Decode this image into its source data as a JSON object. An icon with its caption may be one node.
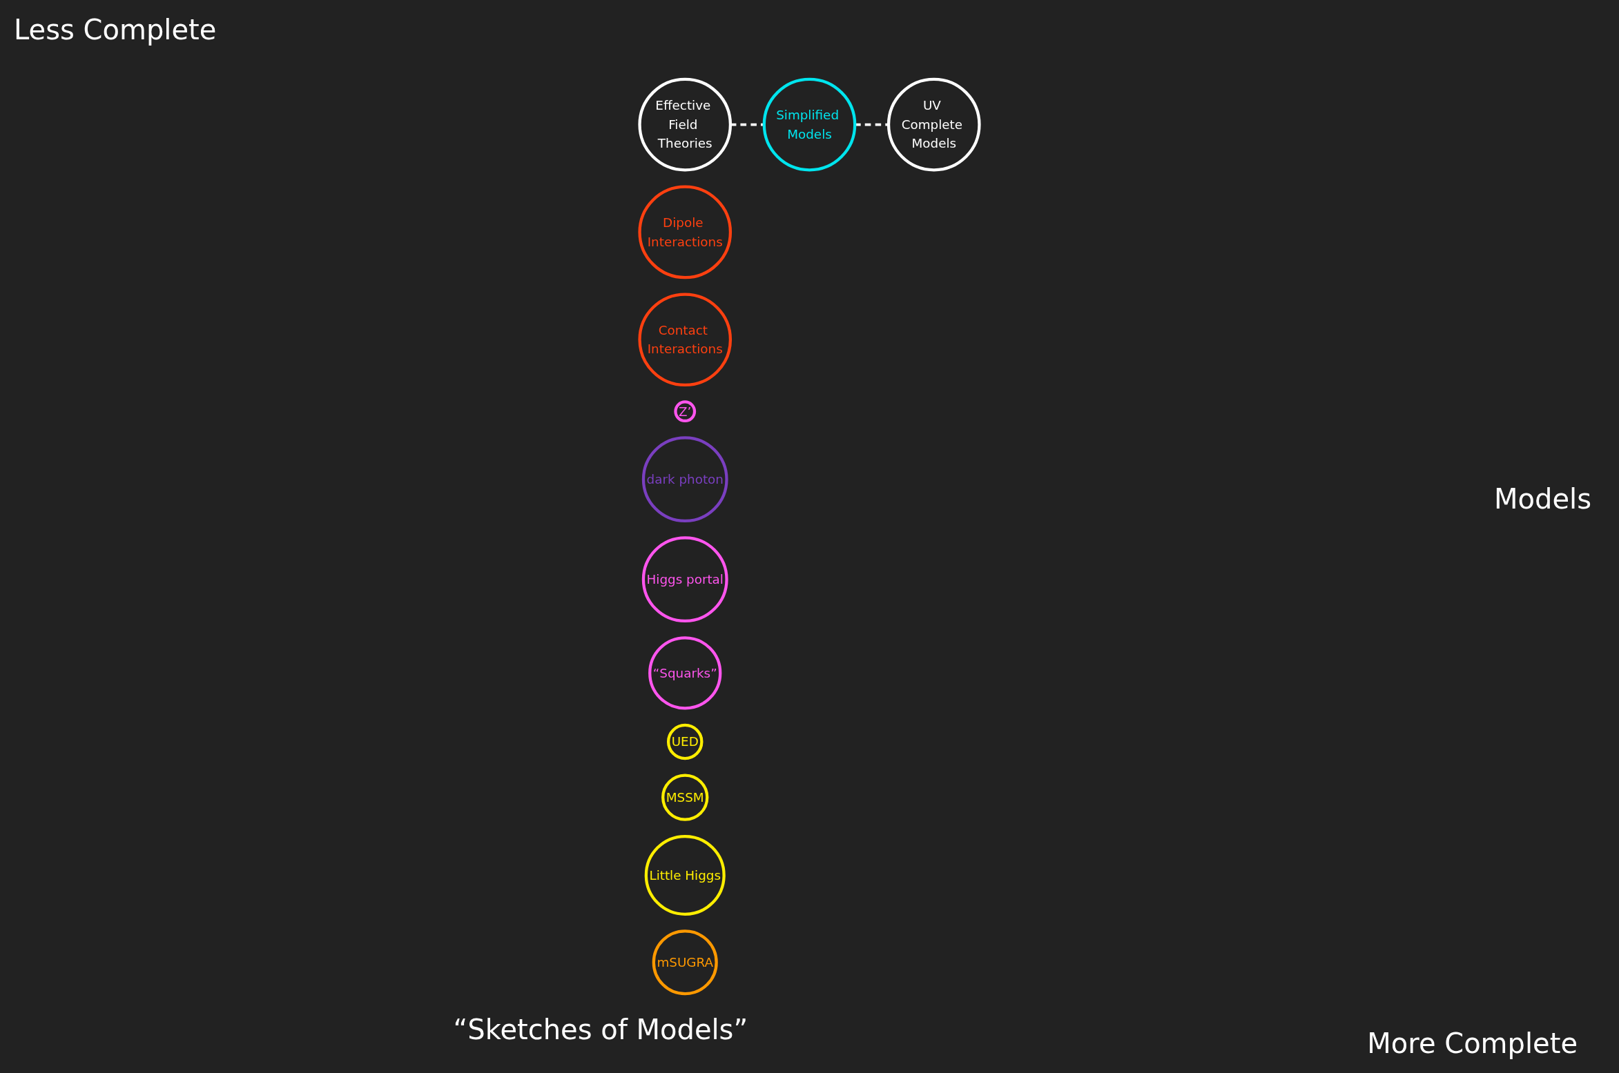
{
  "diagram": {
    "nodes": [
      {
        "text": [
          "Effective Field Theories"
        ]
      },
      {
        "text": [
          "Dipole Interactions"
        ]
      },
      {
        "text": [
          "Contact Interactions"
        ]
      },
      {
        "text": [
          "Simplified Models"
        ]
      },
      {
        "text": [
          "Z’"
        ]
      },
      {
        "text": [
          "dark photon"
        ]
      },
      {
        "text": [
          "Higgs portal"
        ]
      },
      {
        "text": [
          "“Squarks”"
        ]
      },
      {
        "text": [
          "UED"
        ]
      },
      {
        "text": [
          "MSSM"
        ]
      },
      {
        "text": [
          "UV Complete Models"
        ]
      },
      {
        "text": [
          "Little Higgs"
        ]
      },
      {
        "text": [
          "mSUGRA"
        ]
      }
    ],
    "edges": [
      {
        "from": 0,
        "to": 3,
        "arrow": "none",
        "style": "dashed"
      },
      {
        "from": 3,
        "to": 10,
        "arrow": "none",
        "style": "dashed"
      }
    ],
    "labels": [
      "Less Complete",
      "Models",
      "“Sketches of Models”",
      "More Complete"
    ]
  }
}
